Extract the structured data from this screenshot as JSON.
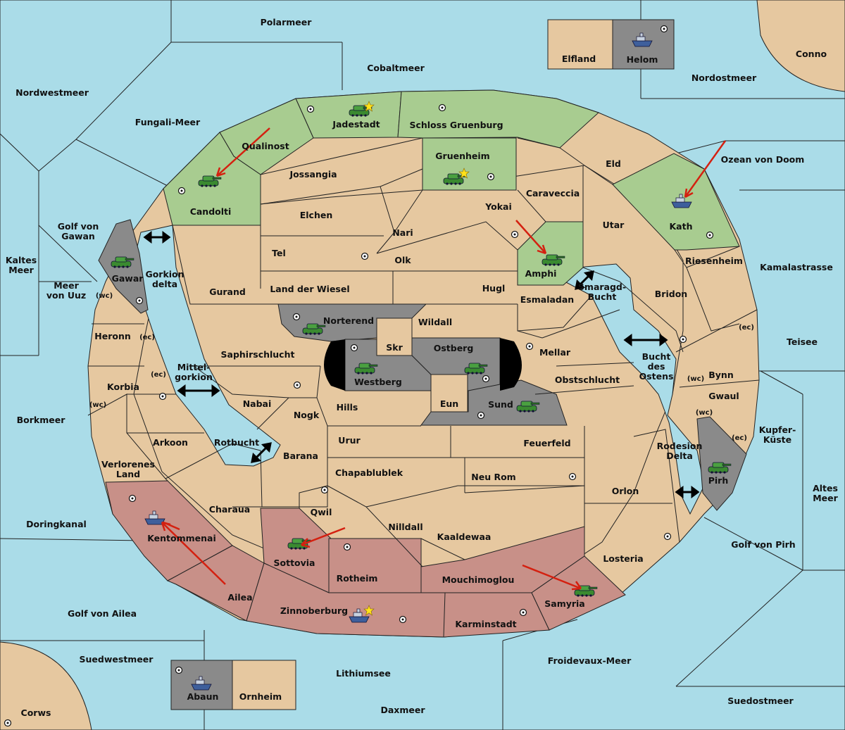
{
  "colors": {
    "sea": "#aadce8",
    "land": "#e6c8a0",
    "green": "#a8cc90",
    "red": "#c89088",
    "gray": "#8a8a8a",
    "arrow": "#d42010"
  },
  "labels": {
    "polarmeer": "Polarmeer",
    "cobaltmeer": "Cobaltmeer",
    "elfland": "Elfland",
    "helom": "Helom",
    "conno": "Conno",
    "nordostmeer": "Nordostmeer",
    "nordwestmeer": "Nordwestmeer",
    "fungali_meer": "Fungali-Meer",
    "jadestadt": "Jadestadt",
    "schloss_gruenburg": "Schloss Gruenburg",
    "qualinost": "Qualinost",
    "jossangia": "Jossangia",
    "gruenheim": "Gruenheim",
    "eld": "Eld",
    "ozean_von_doom": "Ozean von Doom",
    "candolti": "Candolti",
    "elchen": "Elchen",
    "caraveccia": "Caraveccia",
    "yokai": "Yokai",
    "nari": "Nari",
    "utar": "Utar",
    "kath": "Kath",
    "golf_von_gawan": "Golf von\nGawan",
    "tel": "Tel",
    "olk": "Olk",
    "amphi": "Amphi",
    "riesenheim": "Riesenheim",
    "kamalastrasse": "Kamalastrasse",
    "kaltes_meer": "Kaltes\nMeer",
    "gawar": "Gawar",
    "gorkion_delta": "Gorkion\ndelta",
    "meer_von_uuz": "Meer\nvon Uuz",
    "gurand": "Gurand",
    "land_der_wiesel": "Land der Wiesel",
    "hugl": "Hugl",
    "smaragd_bucht": "Smaragd-\nBucht",
    "bridon": "Bridon",
    "esmaladan": "Esmaladan",
    "norterend": "Norterend",
    "wildall": "Wildall",
    "heronn": "Heronn",
    "teisee": "Teisee",
    "skr": "Skr",
    "ostberg": "Ostberg",
    "mellar": "Mellar",
    "saphirschlucht": "Saphirschlucht",
    "bucht_des_ostens": "Bucht\ndes\nOstens",
    "westberg": "Westberg",
    "obstschlucht": "Obstschlucht",
    "bynn": "Bynn",
    "mittel_gorkion": "Mittel-\ngorkion",
    "korbia": "Korbia",
    "nabai": "Nabai",
    "hills": "Hills",
    "eun": "Eun",
    "sund": "Sund",
    "gwaul": "Gwaul",
    "borkmeer": "Borkmeer",
    "nogk": "Nogk",
    "kupfer_kueste": "Kupfer-\nKüste",
    "arkoon": "Arkoon",
    "rotbucht": "Rotbucht",
    "urur": "Urur",
    "feuerfeld": "Feuerfeld",
    "rodesion_delta": "Rodesion\nDelta",
    "barana": "Barana",
    "verlorenes_land": "Verlorenes\nLand",
    "chapablublek": "Chapablublek",
    "neu_rom": "Neu Rom",
    "pirh": "Pirh",
    "altes_meer": "Altes\nMeer",
    "orlon": "Orlon",
    "charaua": "Charaua",
    "doringkanal": "Doringkanal",
    "qwil": "Qwil",
    "nilldall": "Nilldall",
    "kaaldewaa": "Kaaldewaa",
    "kentommenai": "Kentommenai",
    "sottovia": "Sottovia",
    "golf_von_pirh": "Golf von Pirh",
    "losteria": "Losteria",
    "rotheim": "Rotheim",
    "mouchimoglou": "Mouchimoglou",
    "ailea": "Ailea",
    "samyria": "Samyria",
    "zinnoberburg": "Zinnoberburg",
    "golf_von_ailea": "Golf von Ailea",
    "karminstadt": "Karminstadt",
    "suedwestmeer": "Suedwestmeer",
    "froidevaux_meer": "Froidevaux-Meer",
    "lithiumsee": "Lithiumsee",
    "abaun": "Abaun",
    "ornheim": "Ornheim",
    "suedostmeer": "Suedostmeer",
    "daxmeer": "Daxmeer",
    "corws": "Corws"
  },
  "coasts": {
    "wc_gawar": "(wc)",
    "ec_heronn": "(ec)",
    "ec_korbia": "(ec)",
    "wc_korbia": "(wc)",
    "ec_teisee": "(ec)",
    "wc_bynn": "(wc)",
    "wc_gwaul": "(wc)",
    "ec_gwaul": "(ec)"
  },
  "units": [
    {
      "type": "army",
      "power": "green",
      "at": "Jadestadt"
    },
    {
      "type": "army",
      "power": "green",
      "at": "Candolti"
    },
    {
      "type": "army",
      "power": "green",
      "at": "Gruenheim"
    },
    {
      "type": "army",
      "power": "green",
      "at": "Amphi"
    },
    {
      "type": "fleet",
      "power": "green",
      "at": "Kath"
    },
    {
      "type": "army",
      "power": "gray",
      "at": "Gawar"
    },
    {
      "type": "army",
      "power": "gray",
      "at": "Norterend"
    },
    {
      "type": "army",
      "power": "gray",
      "at": "Westberg"
    },
    {
      "type": "army",
      "power": "gray",
      "at": "Ostberg"
    },
    {
      "type": "army",
      "power": "gray",
      "at": "Sund"
    },
    {
      "type": "army",
      "power": "gray",
      "at": "Pirh"
    },
    {
      "type": "fleet",
      "power": "gray",
      "at": "Helom"
    },
    {
      "type": "fleet",
      "power": "gray",
      "at": "Abaun"
    },
    {
      "type": "fleet",
      "power": "red",
      "at": "Kentommenai"
    },
    {
      "type": "army",
      "power": "red",
      "at": "Sottovia"
    },
    {
      "type": "army",
      "power": "red",
      "at": "Samyria"
    },
    {
      "type": "fleet",
      "power": "red",
      "at": "Zinnoberburg"
    }
  ],
  "home_stars": [
    "Jadestadt",
    "Gruenheim",
    "Zinnoberburg"
  ]
}
